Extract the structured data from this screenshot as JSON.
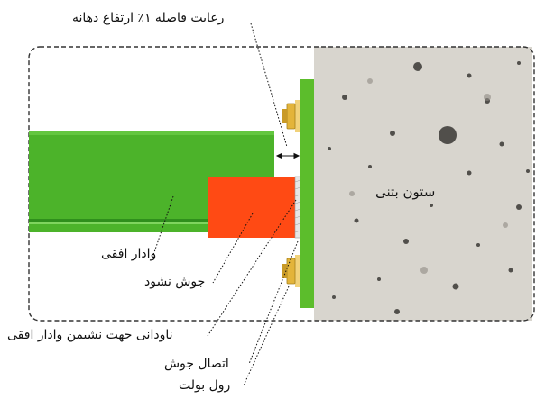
{
  "labels": {
    "mouth_spacing": "رعایت فاصله ۱٪ ارتفاع دهانه",
    "concrete_column": "ستون بتنی",
    "horizontal_rafter": "وادار افقی",
    "not_welded": "جوش نشود",
    "seat_channel": "ناودانی جهت نشیمن وادار افقی",
    "weld_connection": "اتصال جوش",
    "bolt_washer": "رول بولت"
  },
  "colors": {
    "beam_green": "#4cb32a",
    "plate_green": "#5cbd2c",
    "seat_red": "#ff4a14",
    "bolt_gold": "#e3b43a",
    "concrete": "#d9d6cf",
    "dashed_border": "#333333"
  }
}
